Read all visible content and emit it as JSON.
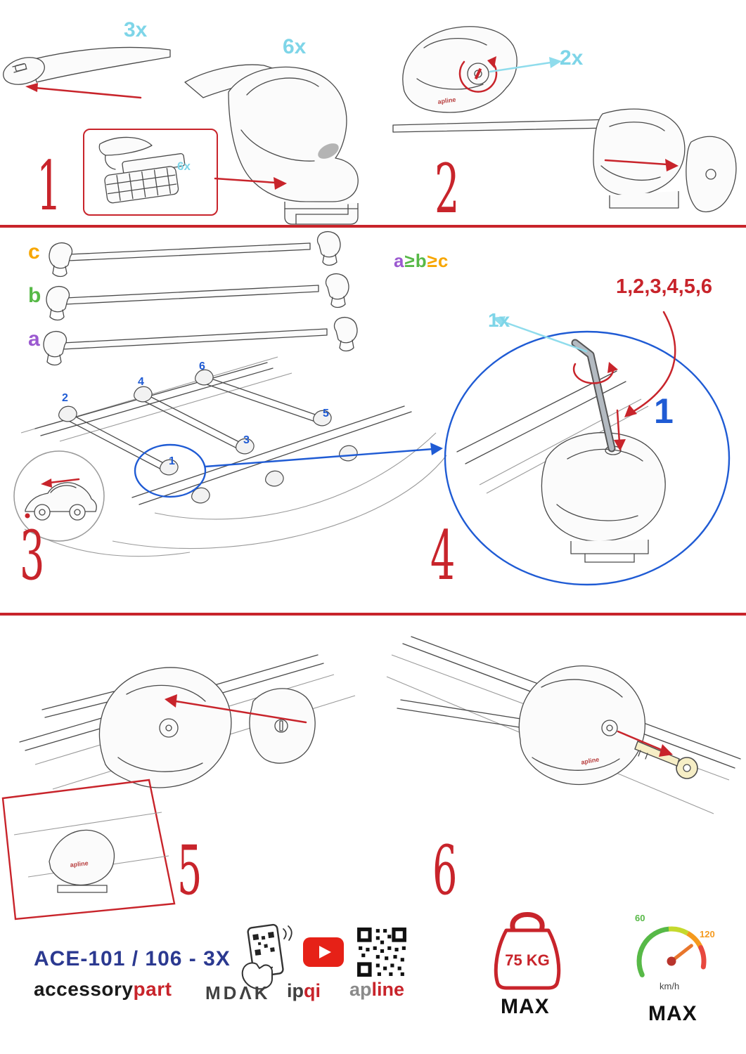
{
  "colors": {
    "accent_red": "#c8242b",
    "label_cyan": "#7ed5e8",
    "callout_blue": "#1f5bd4",
    "bar_c_orange": "#f7a600",
    "bar_b_green": "#57b947",
    "bar_a_purple": "#9b59d0",
    "model_navy": "#2b3990",
    "youtube_red": "#e62117",
    "gauge_green": "#57b947",
    "gauge_yellow": "#c5d92d",
    "gauge_orange": "#f59a1e",
    "gauge_red": "#e8483f"
  },
  "steps": {
    "s1": {
      "number": "1",
      "bar_qty": "3x",
      "clamp_qty": "6x",
      "inset_qty": "6x"
    },
    "s2": {
      "number": "2",
      "lock_qty": "2x"
    },
    "s3": {
      "number": "3",
      "bar_labels": {
        "c": "c",
        "b": "b",
        "a": "a"
      },
      "order_rule": {
        "a": "a",
        "gte1": "≥",
        "b": "b",
        "gte2": "≥",
        "c": "c"
      },
      "positions": [
        "1",
        "2",
        "3",
        "4",
        "5",
        "6"
      ]
    },
    "s4": {
      "number": "4",
      "tool_qty": "1x",
      "sequence": "1,2,3,4,5,6",
      "first_position": "1"
    },
    "s5": {
      "number": "5"
    },
    "s6": {
      "number": "6"
    }
  },
  "product_logo": "apline",
  "footer": {
    "model": "ACE-101 / 106 - 3X",
    "brand_accessory": "accessory",
    "brand_part": "part",
    "brand_mdak": "MDΛK",
    "brand_ip": "ip",
    "brand_qi": "qi",
    "brand_ap": "ap",
    "brand_line": "line",
    "weight_value": "75 KG",
    "weight_max": "MAX",
    "speed_low": "60",
    "speed_high": "120",
    "speed_unit": "km/h",
    "speed_max": "MAX"
  }
}
